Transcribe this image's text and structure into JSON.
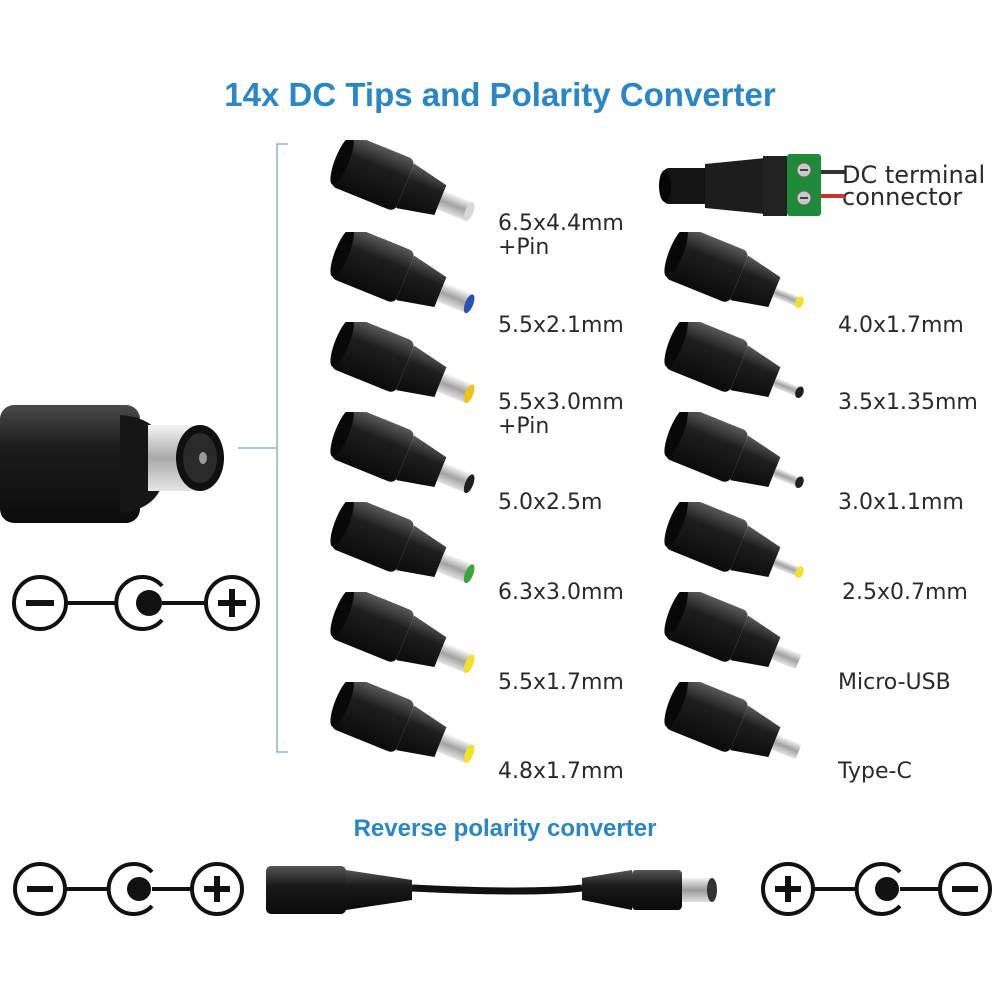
{
  "title": "14x DC Tips and Polarity Converter",
  "subtitle": "Reverse polarity converter",
  "terminal": {
    "line1": "DC terminal",
    "line2": "connector"
  },
  "left_tips": [
    {
      "line1": "6.5x4.4mm",
      "line2": "+Pin",
      "tip_color": "#d8d8d8"
    },
    {
      "line1": "5.5x2.1mm",
      "line2": "",
      "tip_color": "#2b4fb5"
    },
    {
      "line1": "5.5x3.0mm",
      "line2": "+Pin",
      "tip_color": "#f0c21a"
    },
    {
      "line1": "5.0x2.5m",
      "line2": "",
      "tip_color": "#1f1f1f"
    },
    {
      "line1": "6.3x3.0mm",
      "line2": "",
      "tip_color": "#3aa53a"
    },
    {
      "line1": "5.5x1.7mm",
      "line2": "",
      "tip_color": "#f2e12a"
    },
    {
      "line1": "4.8x1.7mm",
      "line2": "",
      "tip_color": "#f2e12a"
    }
  ],
  "right_tips": [
    {
      "line1": "4.0x1.7mm",
      "tip_color": "#f2e12a"
    },
    {
      "line1": "3.5x1.35mm",
      "tip_color": "#1f1f1f"
    },
    {
      "line1": "3.0x1.1mm",
      "tip_color": "#1f1f1f"
    },
    {
      "line1": "2.5x0.7mm",
      "tip_color": "#f2e12a"
    },
    {
      "line1": "Micro-USB",
      "tip_color": "#bbbbbb"
    },
    {
      "line1": "Type-C",
      "tip_color": "#bbbbbb"
    }
  ],
  "colors": {
    "accent": "#2a86c4",
    "text": "#2a2a2a",
    "connector": "#1a1a1a",
    "bracket": "#8fb4cc"
  }
}
